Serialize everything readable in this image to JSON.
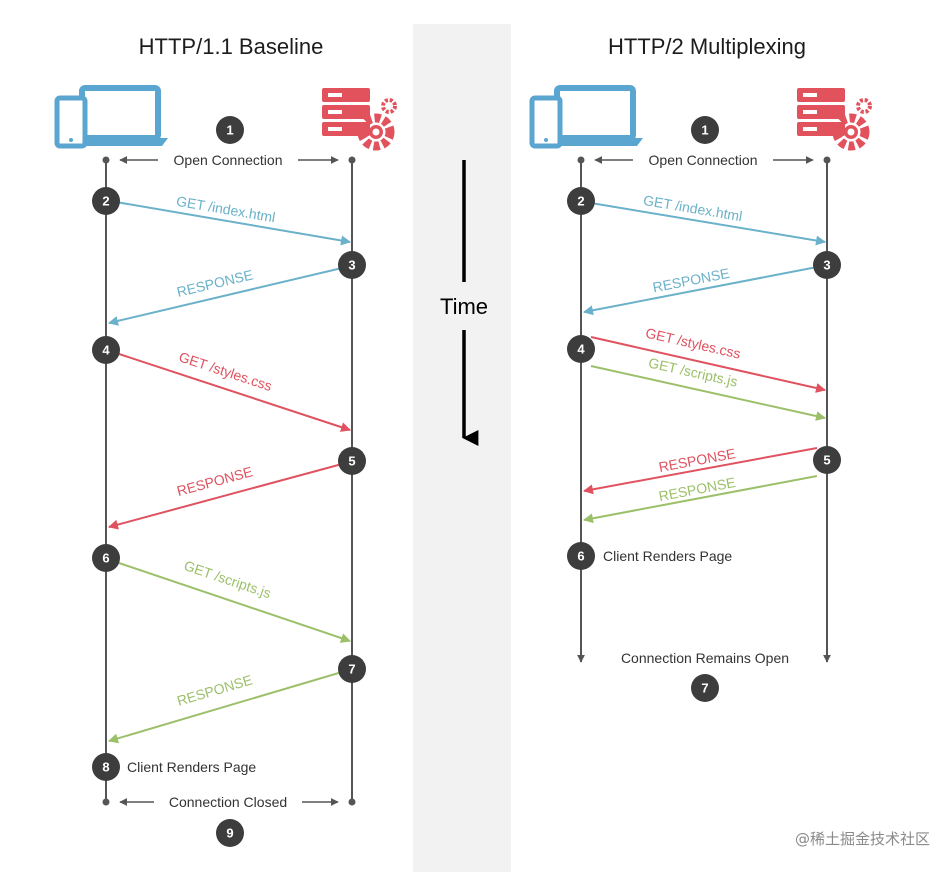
{
  "panels": {
    "left_title": "HTTP/1.1 Baseline",
    "right_title": "HTTP/2 Multiplexing"
  },
  "time_label": "Time",
  "left": {
    "open_connection": "Open Connection",
    "get_index": "GET /index.html",
    "response_1": "RESPONSE",
    "get_styles": "GET /styles.css",
    "response_2": "RESPONSE",
    "get_scripts": "GET /scripts.js",
    "response_3": "RESPONSE",
    "client_renders": "Client Renders Page",
    "connection_closed": "Connection Closed",
    "steps": [
      "1",
      "2",
      "3",
      "4",
      "5",
      "6",
      "7",
      "8",
      "9"
    ]
  },
  "right": {
    "open_connection": "Open Connection",
    "get_index": "GET /index.html",
    "response_1": "RESPONSE",
    "get_styles": "GET /styles.css",
    "get_scripts": "GET /scripts.js",
    "response_styles": "RESPONSE",
    "response_scripts": "RESPONSE",
    "client_renders": "Client Renders Page",
    "connection_open": "Connection Remains Open",
    "steps": [
      "1",
      "2",
      "3",
      "4",
      "5",
      "6",
      "7"
    ]
  },
  "colors": {
    "blue": "#6ab1c9",
    "red": "#e0525f",
    "green": "#9cc06a",
    "step_circle": "#3d3d3d",
    "lifeline": "#555555",
    "device": "#5ba6d0",
    "server": "#e2525c",
    "time_band": "#f2f2f2"
  },
  "icons": {
    "client": "laptop-phone-icon",
    "server": "server-gear-icon"
  },
  "watermark": "@稀土掘金技术社区"
}
